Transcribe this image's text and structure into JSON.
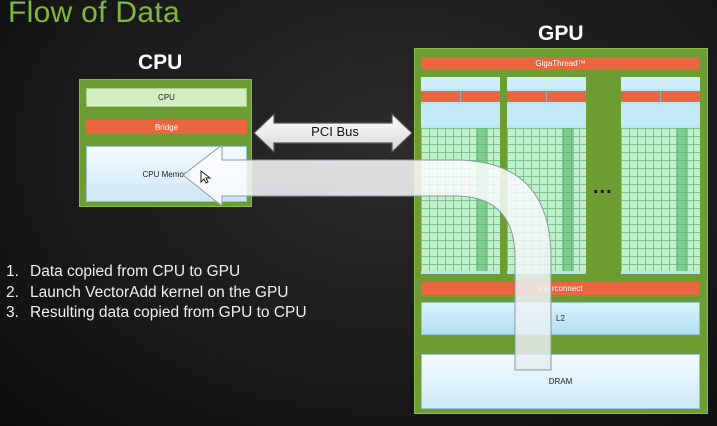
{
  "title": "Flow of Data",
  "cpu": {
    "heading": "CPU",
    "chip_label": "CPU",
    "bridge_label": "Bridge",
    "memory_label": "CPU Memory"
  },
  "pci": {
    "label": "PCI Bus"
  },
  "gpu": {
    "heading": "GPU",
    "gigathread_label": "GigaThread™",
    "ellipsis": "...",
    "interconnect_label": "Interconnect",
    "l2_label": "L2",
    "dram_label": "DRAM"
  },
  "steps": [
    {
      "num": "1.",
      "text": "Data copied from CPU to GPU"
    },
    {
      "num": "2.",
      "text": "Launch VectorAdd kernel on the GPU"
    },
    {
      "num": "3.",
      "text": "Resulting data copied from GPU to CPU"
    }
  ],
  "colors": {
    "title_green": "#7fb93a",
    "board_green": "#6c9c32",
    "orange": "#ea6640",
    "light_blue": "#b5e6f6"
  }
}
